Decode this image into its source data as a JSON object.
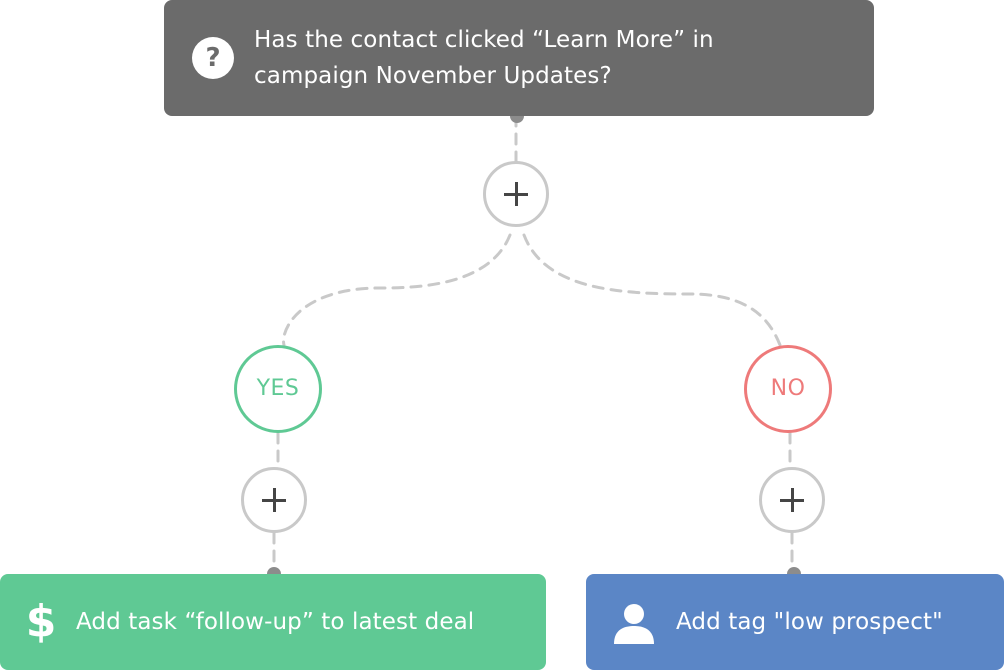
{
  "condition": {
    "icon": "question-icon",
    "text": "Has the contact clicked “Learn More” in campaign November Updates?"
  },
  "branches": {
    "yes": {
      "label": "YES",
      "color": "#5fc994",
      "action": {
        "icon": "dollar-icon",
        "text": "Add task “follow-up” to latest deal"
      }
    },
    "no": {
      "label": "NO",
      "color": "#ee7a7a",
      "action": {
        "icon": "user-icon",
        "text": "Add tag \"low prospect\""
      }
    }
  },
  "colors": {
    "condition_card": "#6b6b6b",
    "yes_action_card": "#5fc994",
    "no_action_card": "#5b86c6",
    "connector": "#c9c9c9",
    "connector_dot": "#8c8c8c"
  }
}
